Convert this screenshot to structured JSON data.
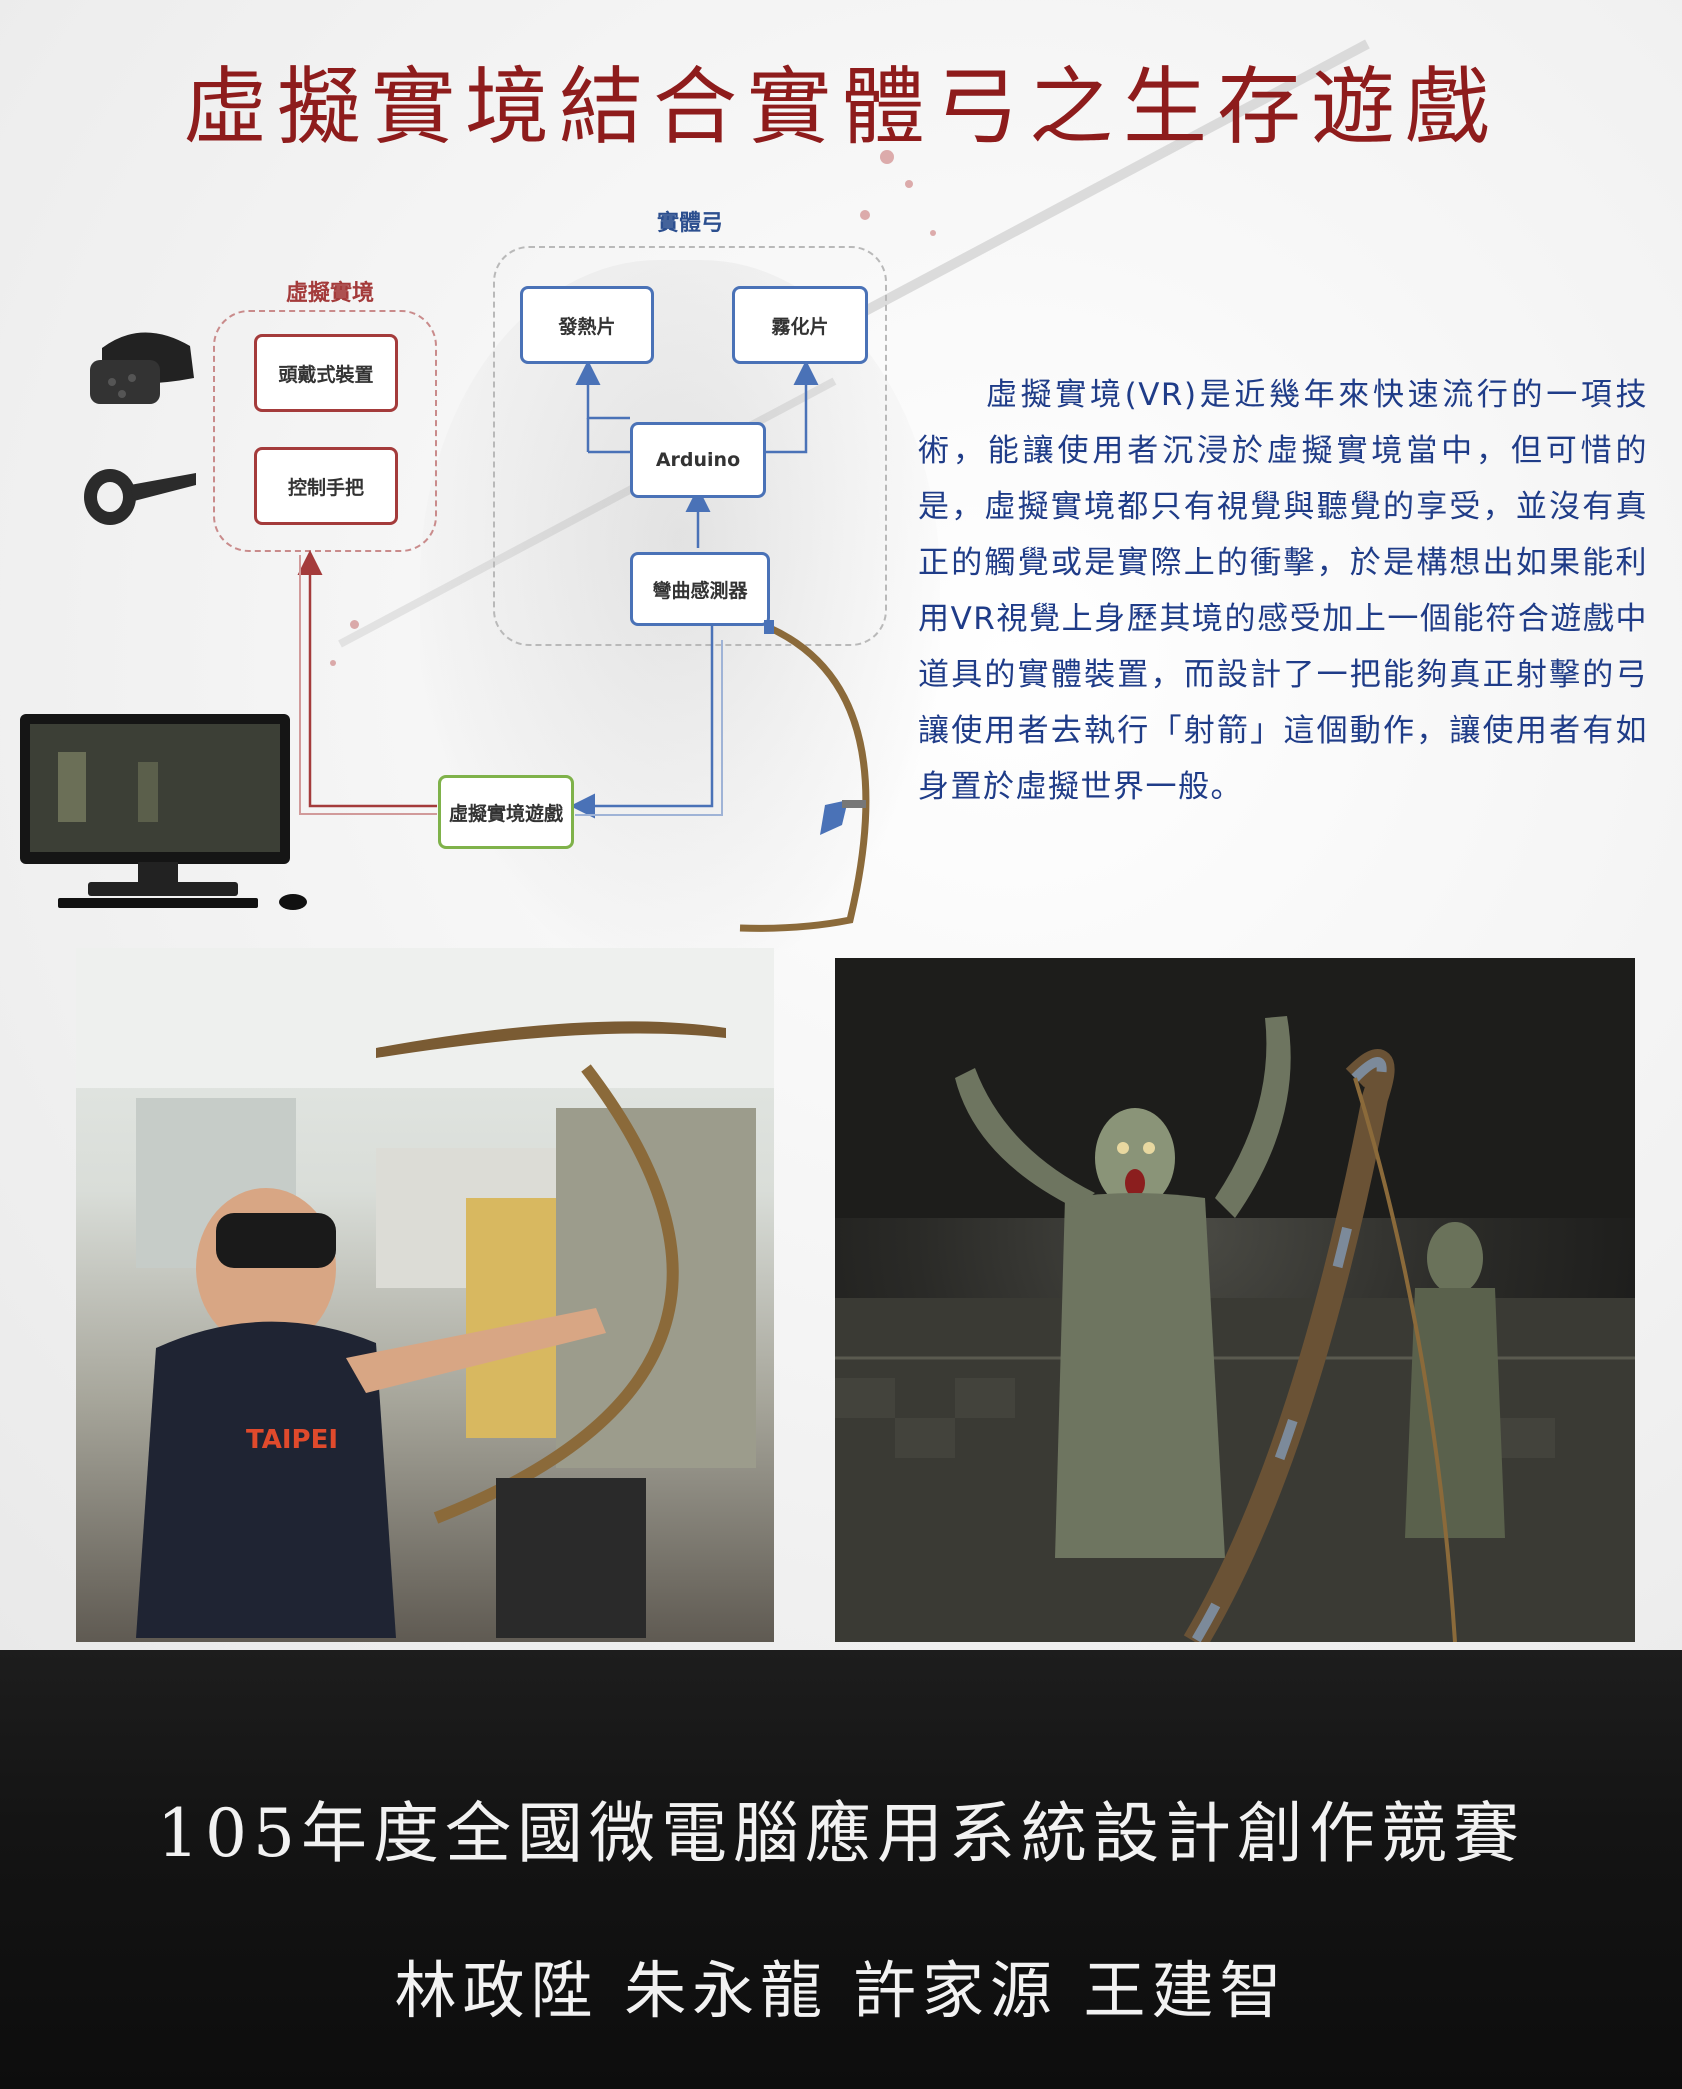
{
  "poster": {
    "title": "虛擬實境結合實體弓之生存遊戲",
    "contest": "105年度全國微電腦應用系統設計創作競賽",
    "authors": "林政陞 朱永龍 許家源 王建智"
  },
  "diagram": {
    "vr_group_label": "虛擬實境",
    "bow_group_label": "實體弓",
    "nodes": {
      "headset": "頭戴式裝置",
      "controller": "控制手把",
      "heater": "發熱片",
      "atomizer": "霧化片",
      "arduino": "Arduino",
      "flex_sensor": "彎曲感測器",
      "vr_game": "虛擬實境遊戲"
    }
  },
  "description": "虛擬實境(VR)是近幾年來快速流行的一項技術，能讓使用者沉浸於虛擬實境當中，但可惜的是，虛擬實境都只有視覺與聽覺的享受，並沒有真正的觸覺或是實際上的衝擊，於是構想出如果能利用VR視覺上身歷其境的感受加上一個能符合遊戲中道具的實體裝置，而設計了一把能夠真正射擊的弓讓使用者去執行「射箭」這個動作，讓使用者有如身置於虛擬世界一般。",
  "colors": {
    "title": "#8e1c1c",
    "vr_accent": "#a43b3b",
    "bow_accent": "#4a72b7",
    "game_accent": "#7fb24a",
    "description_text": "#1f3c88"
  }
}
